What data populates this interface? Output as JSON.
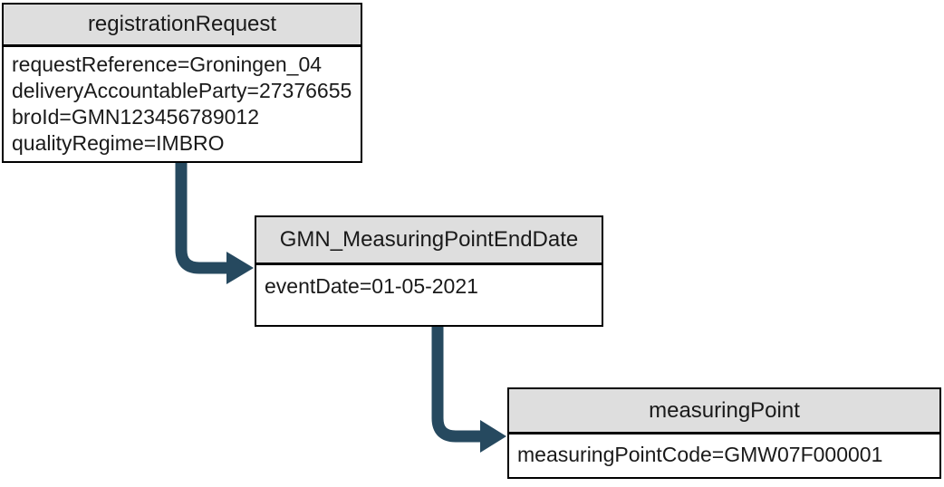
{
  "diagram": {
    "connector_color": "#26495F",
    "header_fill": "#DEDEDE",
    "border_color": "#000000"
  },
  "entities": [
    {
      "title": "registrationRequest",
      "attributes": [
        "requestReference=Groningen_04",
        "deliveryAccountableParty=27376655",
        "broId=GMN123456789012",
        "qualityRegime=IMBRO"
      ]
    },
    {
      "title": "GMN_MeasuringPointEndDate",
      "attributes": [
        "eventDate=01-05-2021"
      ]
    },
    {
      "title": "measuringPoint",
      "attributes": [
        "measuringPointCode=GMW07F000001"
      ]
    }
  ]
}
